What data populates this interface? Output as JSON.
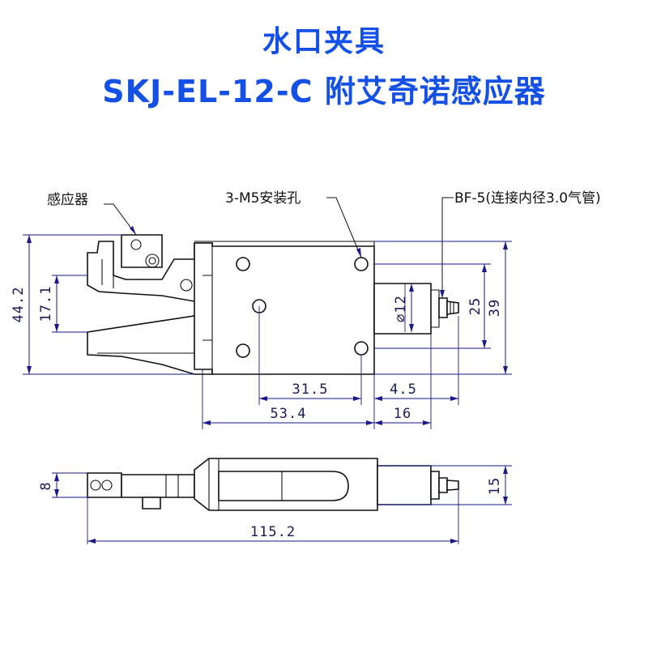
{
  "title": {
    "line1": "水口夹具",
    "line2": "SKJ-EL-12-C 附艾奇诺感应器"
  },
  "labels": {
    "sensor": "感应器",
    "holes": "3-M5安装孔",
    "fitting": "BF-5(连接内径3.0气管)"
  },
  "dimensions": {
    "height_total": "44.2",
    "height_jaw": "17.1",
    "diameter": "⌀12",
    "width_25": "25",
    "width_39": "39",
    "d_31_5": "31.5",
    "d_4_5": "4.5",
    "d_53_4": "53.4",
    "d_16": "16",
    "d_8": "8",
    "d_15": "15",
    "d_115_2": "115.2"
  },
  "colors": {
    "title": "#1450e6",
    "line": "#111111",
    "dimension": "#1a1a8a"
  }
}
